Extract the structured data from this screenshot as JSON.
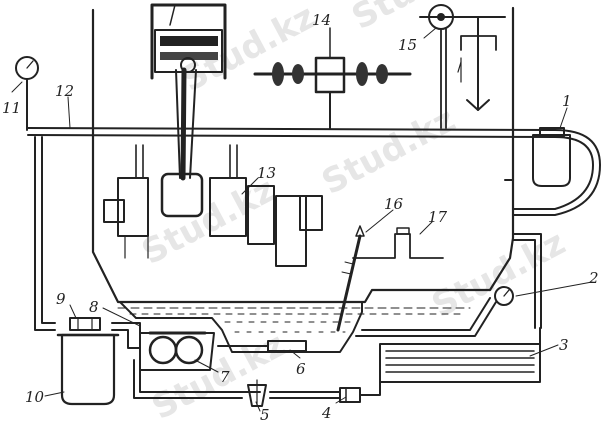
{
  "diagram": {
    "labels": [
      {
        "key": "n1",
        "text": "1"
      },
      {
        "key": "n2",
        "text": "2"
      },
      {
        "key": "n3",
        "text": "3"
      },
      {
        "key": "n4",
        "text": "4"
      },
      {
        "key": "n5",
        "text": "5"
      },
      {
        "key": "n6",
        "text": "6"
      },
      {
        "key": "n7",
        "text": "7"
      },
      {
        "key": "n8",
        "text": "8"
      },
      {
        "key": "n9",
        "text": "9"
      },
      {
        "key": "n10",
        "text": "10"
      },
      {
        "key": "n11",
        "text": "11"
      },
      {
        "key": "n12",
        "text": "12"
      },
      {
        "key": "n13",
        "text": "13"
      },
      {
        "key": "n14",
        "text": "14"
      },
      {
        "key": "n15",
        "text": "15"
      },
      {
        "key": "n16",
        "text": "16"
      },
      {
        "key": "n17",
        "text": "17"
      }
    ],
    "watermark": "Stud.kz",
    "watermark_color": "#e6e6e6",
    "line_color": "#222222"
  }
}
